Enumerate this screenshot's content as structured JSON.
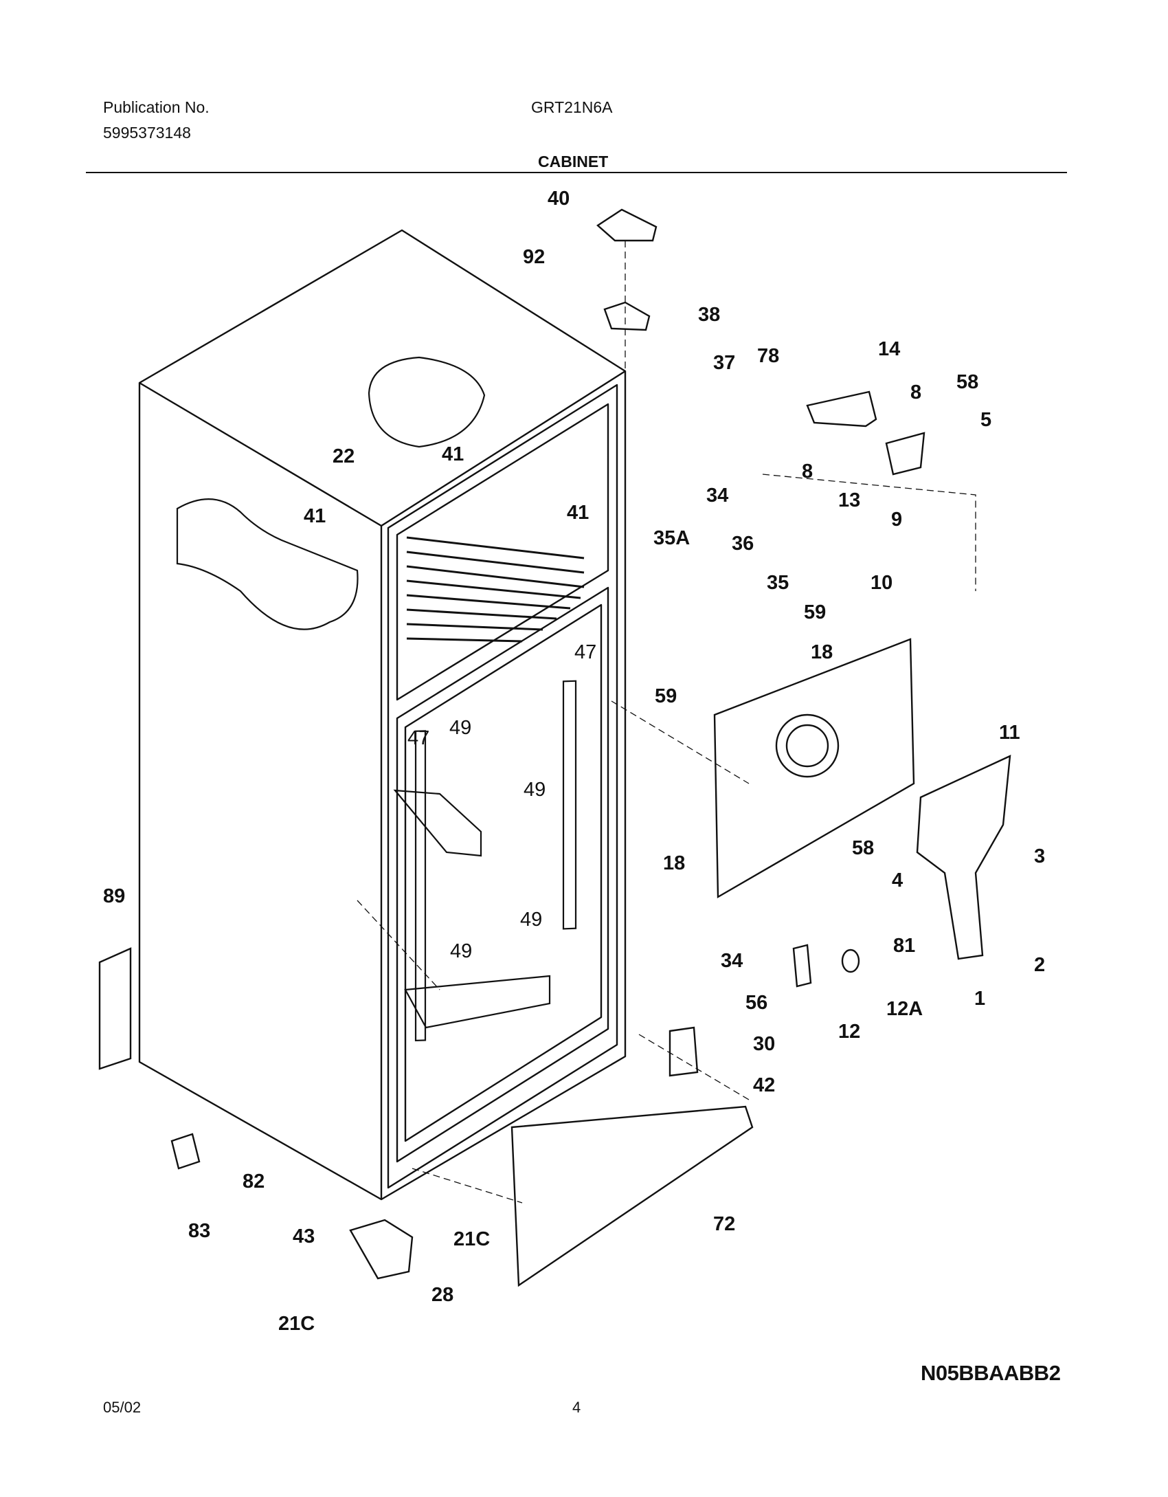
{
  "header": {
    "publication_label": "Publication No.",
    "publication_number": "5995373148",
    "model": "GRT21N6A",
    "section_title": "CABINET"
  },
  "diagram": {
    "callouts": [
      "40",
      "92",
      "38",
      "37",
      "78",
      "14",
      "8",
      "58",
      "5",
      "8",
      "13",
      "9",
      "22",
      "41",
      "41",
      "41",
      "34",
      "36",
      "35A",
      "35",
      "59",
      "59",
      "18",
      "10",
      "11",
      "47",
      "47",
      "49",
      "49",
      "49",
      "49",
      "18",
      "58",
      "4",
      "3",
      "2",
      "1",
      "81",
      "89",
      "34",
      "56",
      "30",
      "42",
      "12",
      "12A",
      "82",
      "83",
      "72",
      "43",
      "28",
      "21C",
      "21C"
    ]
  },
  "footer": {
    "diagram_code": "N05BBAABB2",
    "date": "05/02",
    "page_number": "4"
  }
}
